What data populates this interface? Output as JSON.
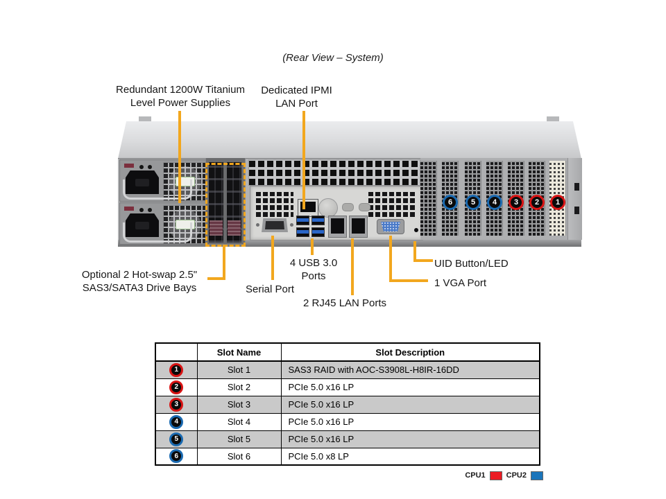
{
  "title": "(Rear View – System)",
  "callouts": {
    "psu": {
      "line1": "Redundant 1200W Titanium",
      "line2": "Level Power Supplies"
    },
    "ipmi": {
      "line1": "Dedicated IPMI",
      "line2": "LAN Port"
    },
    "drives": {
      "line1": "Optional 2 Hot-swap 2.5\"",
      "line2": "SAS3/SATA3 Drive Bays"
    },
    "serial": {
      "label": "Serial Port"
    },
    "usb": {
      "line1": "4 USB 3.0",
      "line2": "Ports"
    },
    "rj45": {
      "label": "2 RJ45 LAN Ports"
    },
    "uid": {
      "label": "UID Button/LED"
    },
    "vga": {
      "label": "1 VGA Port"
    }
  },
  "chassis": {
    "badges": [
      {
        "num": "6",
        "color": "blue"
      },
      {
        "num": "5",
        "color": "blue"
      },
      {
        "num": "4",
        "color": "blue"
      },
      {
        "num": "3",
        "color": "red"
      },
      {
        "num": "2",
        "color": "red"
      },
      {
        "num": "1",
        "color": "red"
      }
    ]
  },
  "table": {
    "headers": {
      "name": "Slot Name",
      "desc": "Slot Description"
    },
    "rows": [
      {
        "num": "1",
        "color": "red",
        "name": "Slot 1",
        "desc": "SAS3 RAID with AOC-S3908L-H8IR-16DD"
      },
      {
        "num": "2",
        "color": "red",
        "name": "Slot 2",
        "desc": "PCIe 5.0 x16 LP"
      },
      {
        "num": "3",
        "color": "red",
        "name": "Slot 3",
        "desc": "PCIe 5.0 x16 LP"
      },
      {
        "num": "4",
        "color": "blue",
        "name": "Slot 4",
        "desc": "PCIe 5.0 x16 LP"
      },
      {
        "num": "5",
        "color": "blue",
        "name": "Slot 5",
        "desc": "PCIe 5.0 x16 LP"
      },
      {
        "num": "6",
        "color": "blue",
        "name": "Slot 6",
        "desc": "PCIe 5.0 x8 LP"
      }
    ]
  },
  "legend": {
    "cpu1": {
      "label": "CPU1",
      "color": "#EC1C24"
    },
    "cpu2": {
      "label": "CPU2",
      "color": "#1B75BB"
    }
  },
  "colors": {
    "callout_yellow": "#F2A71E",
    "badge_red": "#D91414",
    "badge_blue": "#1A6AB1",
    "table_row_shade": "#C9C9C9"
  }
}
